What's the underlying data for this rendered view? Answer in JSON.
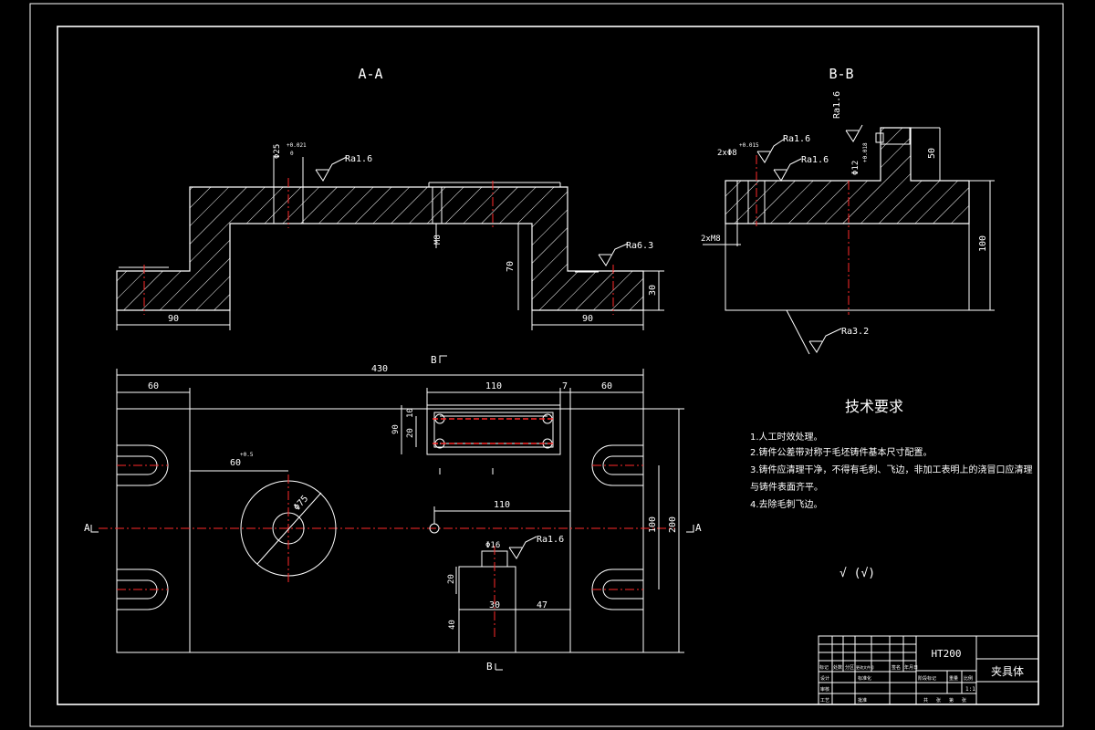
{
  "views": {
    "section_aa": "A-A",
    "section_bb": "B-B"
  },
  "dims": {
    "aa_phi25": "Φ25",
    "aa_tol_upper": "+0.021",
    "aa_tol_lower": "0",
    "aa_ra16": "Ra1.6",
    "aa_ra63": "Ra6.3",
    "aa_m8": "M8",
    "aa_70": "70",
    "aa_30": "30",
    "aa_90_left": "90",
    "aa_90_right": "90",
    "bb_ra16_top": "Ra1.6",
    "bb_ra16_a": "Ra1.6",
    "bb_ra16_b": "Ra1.6",
    "bb_2x8": "2xΦ8",
    "bb_2x8_tol": "+0.015",
    "bb_phi12": "Φ12",
    "bb_phi12_tol": "+0.018",
    "bb_50": "50",
    "bb_100": "100",
    "bb_2m8": "2xM8",
    "bb_ra32": "Ra3.2",
    "plan_b_top": "B",
    "plan_430": "430",
    "plan_60_left": "60",
    "plan_110_top": "110",
    "plan_7": "7",
    "plan_60_right": "60",
    "plan_90": "90",
    "plan_20": "20",
    "plan_10": "10",
    "plan_60h": "60",
    "plan_60h_tol": "+0.5",
    "plan_phi75": "Φ75",
    "plan_110_mid": "110",
    "plan_a_left": "A",
    "plan_a_right": "A",
    "plan_200": "200",
    "plan_100": "100",
    "plan_phi16": "Φ16",
    "plan_ra16": "Ra1.6",
    "plan_20b": "20",
    "plan_40": "40",
    "plan_30": "30",
    "plan_47": "47",
    "plan_b_bottom": "B"
  },
  "notes": {
    "title": "技术要求",
    "items": [
      "1.人工时效处理。",
      "2.铸件公差带对称于毛坯铸件基本尺寸配置。",
      "3.铸件应清理干净，不得有毛刺、飞边，非加工表明上的浇冒口应清理",
      "与铸件表面齐平。",
      "4.去除毛刺飞边。"
    ],
    "roughness_symbol": "√ (√)"
  },
  "title_block": {
    "material": "HT200",
    "part_name": "夹具体",
    "scale": "1:1",
    "cells_row1": [
      "标记",
      "处数",
      "分区",
      "更改文件号",
      "签名",
      "年月日"
    ],
    "cells_row2": [
      "设计",
      "标准化"
    ],
    "cells_row3": [
      "审核"
    ],
    "cells_row4": [
      "工艺",
      "批准"
    ],
    "stage_labels": [
      "阶段标记",
      "重量",
      "比例"
    ],
    "sheet_labels": [
      "共",
      "张",
      "第",
      "张"
    ]
  }
}
